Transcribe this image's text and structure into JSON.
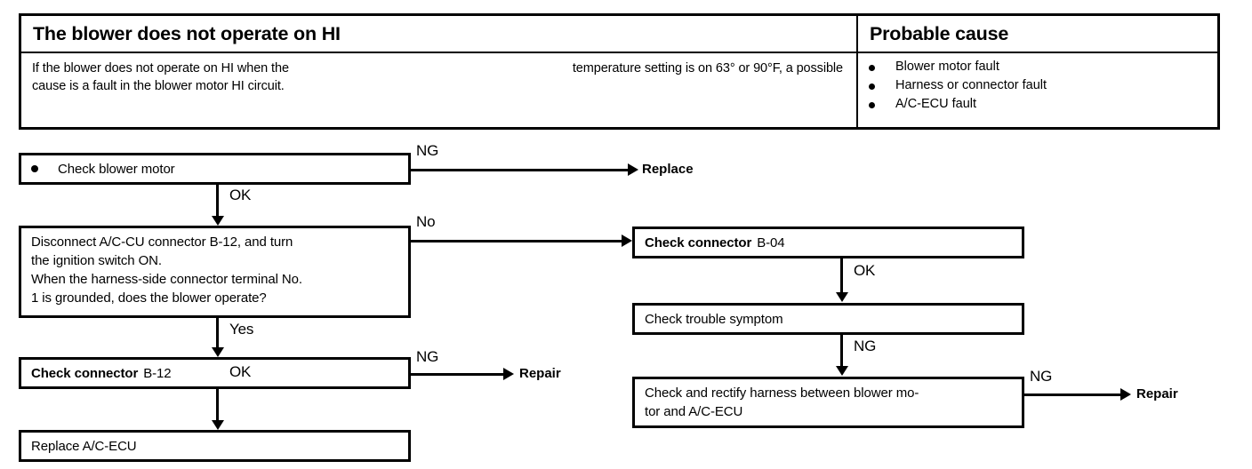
{
  "table": {
    "symptom_title": "The blower does not operate on HI",
    "cause_title": "Probable cause",
    "description_line1_a": "If the blower does not operate on HI when the",
    "description_line1_b": "temperature setting is on 63° or 90°F, a possible",
    "description_line2": "cause is a fault in the blower motor HI circuit.",
    "causes": [
      "Blower motor fault",
      "Harness or connector fault",
      "A/C-ECU fault"
    ]
  },
  "flow": {
    "check_blower_motor": "Check blower motor",
    "disconnect_line1": "Disconnect A/C-CU connector B-12, and turn",
    "disconnect_line2": "the ignition switch ON.",
    "disconnect_line3": "When the harness-side connector terminal No.",
    "disconnect_line4": "1 is grounded, does the blower operate?",
    "check_connector_label": "Check connector",
    "connector_b12": "B-12",
    "connector_b04": "B-04",
    "replace_ac_ecu": "Replace A/C-ECU",
    "check_trouble_symptom": "Check trouble symptom",
    "check_rectify_line1": "Check and rectify harness between blower mo-",
    "check_rectify_line2": "tor and A/C-ECU",
    "labels": {
      "ng_1": "NG",
      "ok_1": "OK",
      "no": "No",
      "yes": "Yes",
      "ng_2": "NG",
      "ok_2": "OK",
      "ng_3": "NG",
      "ng_4": "NG"
    },
    "terminals": {
      "replace": "Replace",
      "repair_left": "Repair",
      "repair_right": "Repair"
    }
  },
  "colors": {
    "ink": "#000000",
    "paper": "#ffffff"
  }
}
